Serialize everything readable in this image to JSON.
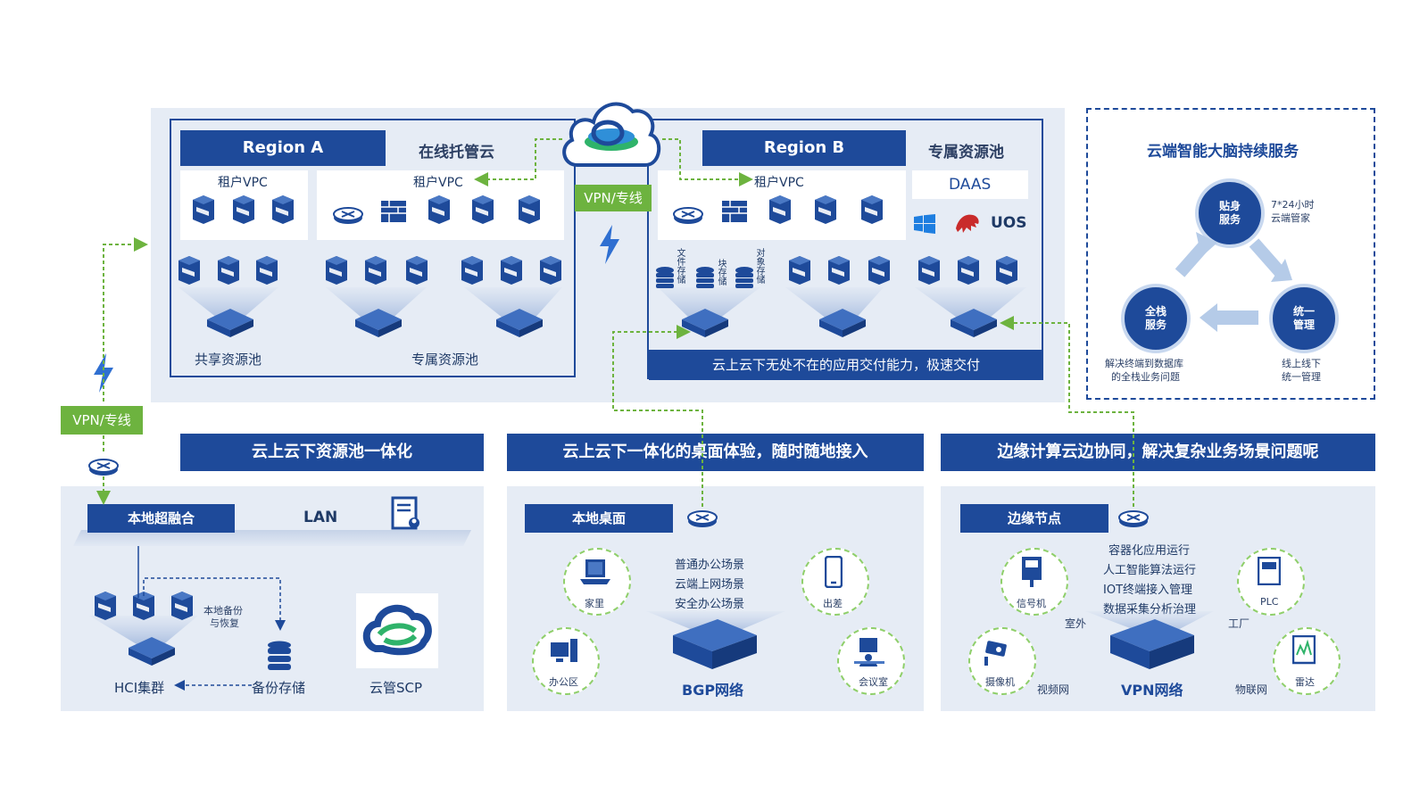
{
  "cloud": {
    "region_a": "Region A",
    "region_a_title": "在线托管云",
    "region_b": "Region B",
    "region_b_title": "专属资源池",
    "vpc_label": "租户VPC",
    "vpn_label": "VPN/专线",
    "shared_pool": "共享资源池",
    "dedicated_pool": "专属资源池",
    "daas": "DAAS",
    "uos": "UOS",
    "storage_file": "文件存储",
    "storage_block": "块存储",
    "storage_object": "对象存储",
    "delivery_bar": "云上云下无处不在的应用交付能力，极速交付",
    "router_text": "ROUTER",
    "af_text": "AF",
    "app_text": "APP",
    "os_text": "OS"
  },
  "brain": {
    "title": "云端智能大脑持续服务",
    "node_top": "贴身服务",
    "node_top_note1": "7*24小时",
    "node_top_note2": "云端管家",
    "node_left": "全栈服务",
    "node_left_note1": "解决终端到数据库",
    "node_left_note2": "的全栈业务问题",
    "node_right": "统一管理",
    "node_right_note1": "线上线下",
    "node_right_note2": "统一管理"
  },
  "left_vpn": "VPN/专线",
  "sections": {
    "s1": {
      "band": "云上云下资源池一体化",
      "header": "本地超融合",
      "lan": "LAN",
      "backup_note1": "本地备份",
      "backup_note2": "与恢复",
      "hci": "HCI集群",
      "backup_store": "备份存储",
      "scp": "云管SCP"
    },
    "s2": {
      "band": "云上云下一体化的桌面体验，随时随地接入",
      "header": "本地桌面",
      "scene1": "普通办公场景",
      "scene2": "云端上网场景",
      "scene3": "安全办公场景",
      "home": "家里",
      "office": "办公区",
      "trip": "出差",
      "meeting": "会议室",
      "network": "BGP网络"
    },
    "s3": {
      "band": "边缘计算云边协同，解决复杂业务场景问题呢",
      "header": "边缘节点",
      "cap1": "容器化应用运行",
      "cap2": "人工智能算法运行",
      "cap3": "IOT终端接入管理",
      "cap4": "数据采集分析治理",
      "signal": "信号机",
      "outdoor": "室外",
      "camera": "摄像机",
      "video_net": "视频网",
      "plc": "PLC",
      "factory": "工厂",
      "radar": "雷达",
      "iot_net": "物联网",
      "network": "VPN网络"
    }
  }
}
